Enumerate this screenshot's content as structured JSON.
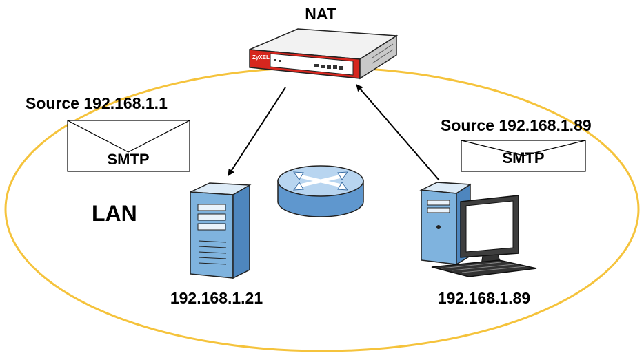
{
  "labels": {
    "nat": "NAT",
    "lan": "LAN",
    "server_ip": "192.168.1.21",
    "pc_ip": "192.168.1.89",
    "left_source": "Source 192.168.1.1",
    "right_source": "Source 192.168.1.89"
  },
  "envelopes": {
    "left_protocol": "SMTP",
    "right_protocol": "SMTP"
  },
  "devices": {
    "brand_text": "ZyXEL"
  },
  "colors": {
    "lan_ellipse": "#F5C33C",
    "device_red": "#D6261E",
    "device_blue": "#7FB3DE",
    "device_dark": "#2B2B2B"
  },
  "icons": [
    "nat-device-icon",
    "switch-icon",
    "server-icon",
    "desktop-computer-icon",
    "envelope-icon"
  ]
}
